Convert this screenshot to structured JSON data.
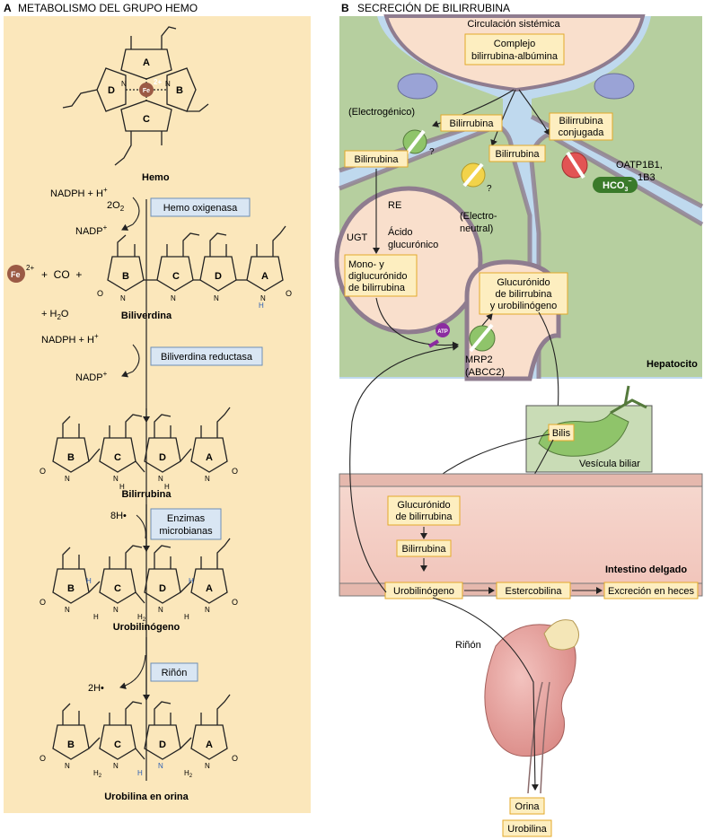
{
  "panel_a": {
    "letter": "A",
    "title": "METABOLISMO DEL GRUPO HEMO",
    "heme": {
      "name": "Hemo",
      "iron": "Fe",
      "iron_charge": "2+",
      "rings": [
        "A",
        "B",
        "C",
        "D"
      ]
    },
    "step1": {
      "cofactor_in": "NADPH + H",
      "cofactor_in_sup": "+",
      "oxygen": "2O",
      "oxygen_sub": "2",
      "cofactor_out": "NADP",
      "cofactor_out_sup": "+",
      "enzyme": "Hemo oxigenasa",
      "fe_ion": "Fe",
      "fe_charge": "2+",
      "co": "+  CO  +",
      "water": "+ H",
      "water_sub": "2",
      "water_end": "O"
    },
    "biliverdin": {
      "name": "Biliverdina",
      "rings": [
        "B",
        "C",
        "D",
        "A"
      ]
    },
    "step2": {
      "cofactor_in": "NADPH + H",
      "cofactor_in_sup": "+",
      "cofactor_out": "NADP",
      "cofactor_out_sup": "+",
      "enzyme": "Biliverdina reductasa"
    },
    "bilirubin": {
      "name": "Bilirrubina",
      "rings": [
        "B",
        "C",
        "D",
        "A"
      ]
    },
    "step3": {
      "reagent": "8H•",
      "enzyme_line1": "Enzimas",
      "enzyme_line2": "microbianas"
    },
    "urobilinogen": {
      "name": "Urobilinógeno",
      "rings": [
        "B",
        "C",
        "D",
        "A"
      ]
    },
    "step4": {
      "product": "2H•",
      "enzyme": "Riñón"
    },
    "urobilin": {
      "name": "Urobilina en orina",
      "rings": [
        "B",
        "C",
        "D",
        "A"
      ]
    },
    "atom_labels": {
      "o": "O",
      "n": "N",
      "h": "H",
      "nh": "N",
      "h2": "H",
      "h2_sub": "2"
    }
  },
  "panel_b": {
    "letter": "B",
    "title": "SECRECIÓN DE BILIRRUBINA",
    "circulation": "Circulación sistémica",
    "complex_line1": "Complejo",
    "complex_line2": "bilirrubina-albúmina",
    "electrogenic": "(Electrogénico)",
    "bilirubin_1": "Bilirrubina",
    "bilirubin_2": "Bilirrubina",
    "bilirubin_in": "Bilirrubina",
    "conjugated_line1": "Bilirrubina",
    "conjugated_line2": "conjugada",
    "question_1": "?",
    "question_2": "?",
    "electroneutral_line1": "(Electro-",
    "electroneutral_line2": "neutral)",
    "oatp_line1": "OATP1B1,",
    "oatp_line2": "1B3",
    "hco3": "HCO",
    "hco3_sub": "3",
    "hco3_sup": "−",
    "re": "RE",
    "ugt": "UGT",
    "acid_line1": "Ácido",
    "acid_line2": "glucurónico",
    "mono_line1": "Mono- y",
    "mono_line2": "diglucurónido",
    "mono_line3": "de bilirrubina",
    "gluc_line1": "Glucurónido",
    "gluc_line2": "de bilirrubina",
    "gluc_line3": "y urobilinógeno",
    "atp": "ATP",
    "mrp2_line1": "MRP2",
    "mrp2_line2": "(ABCC2)",
    "hepatocyte": "Hepatocito",
    "bile": "Bilis",
    "gallbladder": "Vesícula biliar",
    "int_gluc_line1": "Glucurónido",
    "int_gluc_line2": "de bilirrubina",
    "int_bilirubin": "Bilirrubina",
    "small_intestine": "Intestino delgado",
    "int_urobilinogen": "Urobilinógeno",
    "stercobilin": "Estercobilina",
    "feces": "Excreción en heces",
    "kidney": "Riñón",
    "urine": "Orina",
    "urobilin": "Urobilina"
  },
  "colors": {
    "panel_a_bg": "#fbe7bb",
    "label_box": "#fdeec0",
    "label_border": "#e4a92a",
    "enzyme_box": "#d9e6f3",
    "enzyme_border": "#6e8fb5",
    "hepatocyte": "#b6cf9f",
    "blood": "#f9dfcc",
    "canaliculus": "#bfd9ee",
    "membrane": "#8f7c8f",
    "intestine": "#f3cfc6",
    "kidney": "#e8aaa7",
    "iron": "#9b5a45",
    "hco3": "#3a7a2a"
  }
}
